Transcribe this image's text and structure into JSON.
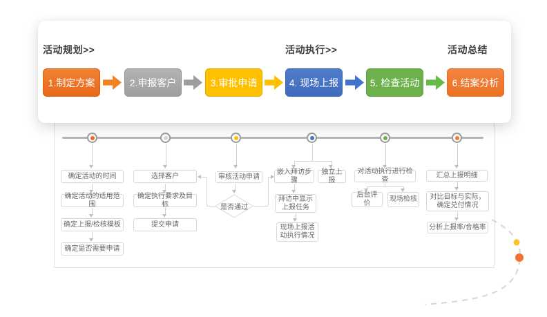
{
  "card": {
    "phases": [
      {
        "label": "活动规划>>"
      },
      {
        "label": "活动执行>>"
      },
      {
        "label": "活动总结"
      }
    ],
    "steps": [
      {
        "label": "1.制定方案",
        "color": "#E9681A"
      },
      {
        "label": "2.申报客户",
        "color": "#A8A8A8"
      },
      {
        "label": "3.审批申请",
        "color": "#FFC000"
      },
      {
        "label": "4. 现场上报",
        "color": "#4674C6"
      },
      {
        "label": "5. 检查活动",
        "color": "#6CB14C"
      },
      {
        "label": "6.结案分析",
        "color": "#EF7D31"
      }
    ]
  },
  "flow": {
    "timeline_dot_colors": [
      "#F0691F",
      "#D8D8D8",
      "#FFC000",
      "#4674C6",
      "#6CB14C",
      "#EF7D31"
    ],
    "columns": [
      {
        "boxes": [
          "确定活动的时间",
          "确定活动的适用范围",
          "确定上报/检核模板",
          "确定是否需要申请"
        ]
      },
      {
        "boxes": [
          "选择客户",
          "确定执行要求及目标",
          "提交申请"
        ]
      },
      {
        "boxes": [
          "审核活动申请"
        ],
        "decision": "是否通过"
      },
      {
        "boxes": [
          "嵌入拜访步骤",
          "独立上报",
          "拜访中显示上报任务",
          "现场上报活动执行情况"
        ]
      },
      {
        "boxes": [
          "对活动执行进行检查",
          "后台评价",
          "现场检核"
        ]
      },
      {
        "boxes": [
          "汇总上报明细",
          "对比目标与实际，确定兑付情况",
          "分析上报率/合格率"
        ]
      }
    ]
  },
  "decor": {
    "arc_dot_colors": [
      "#FFC226",
      "#F0752B"
    ]
  }
}
